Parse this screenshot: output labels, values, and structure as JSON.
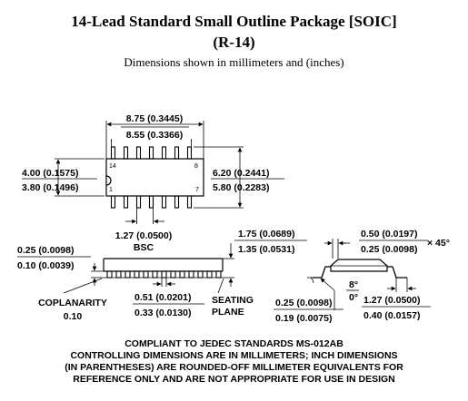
{
  "header": {
    "title": "14-Lead Standard Small Outline Package [SOIC]",
    "package_code": "(R-14)",
    "subtitle": "Dimensions shown in millimeters and (inches)"
  },
  "top_view": {
    "body_length_max": "8.75 (0.3445)",
    "body_length_min": "8.55 (0.3366)",
    "body_width_max": "4.00 (0.1575)",
    "body_width_min": "3.80 (0.1496)",
    "overall_width_max": "6.20 (0.2441)",
    "overall_width_min": "5.80 (0.2283)",
    "pitch": "1.27 (0.0500)",
    "pitch_note": "BSC",
    "pin_labels": {
      "top_left": "14",
      "top_right": "8",
      "bottom_left": "1",
      "bottom_right": "7"
    }
  },
  "side_view": {
    "standoff_max": "0.25 (0.0098)",
    "standoff_min": "0.10 (0.0039)",
    "height_max": "1.75 (0.0689)",
    "height_min": "1.35 (0.0531)",
    "lead_width_max": "0.51 (0.0201)",
    "lead_width_min": "0.33 (0.0130)",
    "coplanarity_label": "COPLANARITY",
    "coplanarity_value": "0.10",
    "seating_plane_label_1": "SEATING",
    "seating_plane_label_2": "PLANE"
  },
  "end_view": {
    "chamfer_max": "0.50 (0.0197)",
    "chamfer_min": "0.25 (0.0098)",
    "chamfer_angle": "× 45°",
    "lead_angle_max": "8°",
    "lead_angle_min": "0°",
    "lead_thickness_max": "0.25 (0.0098)",
    "lead_thickness_min": "0.19 (0.0075)",
    "foot_length_max": "1.27 (0.0500)",
    "foot_length_min": "0.40 (0.0157)"
  },
  "notes": [
    "COMPLIANT TO JEDEC STANDARDS MS-012AB",
    "CONTROLLING DIMENSIONS ARE IN MILLIMETERS; INCH DIMENSIONS",
    "(IN PARENTHESES) ARE ROUNDED-OFF MILLIMETER EQUIVALENTS FOR",
    "REFERENCE ONLY AND ARE NOT APPROPRIATE FOR USE IN DESIGN"
  ]
}
